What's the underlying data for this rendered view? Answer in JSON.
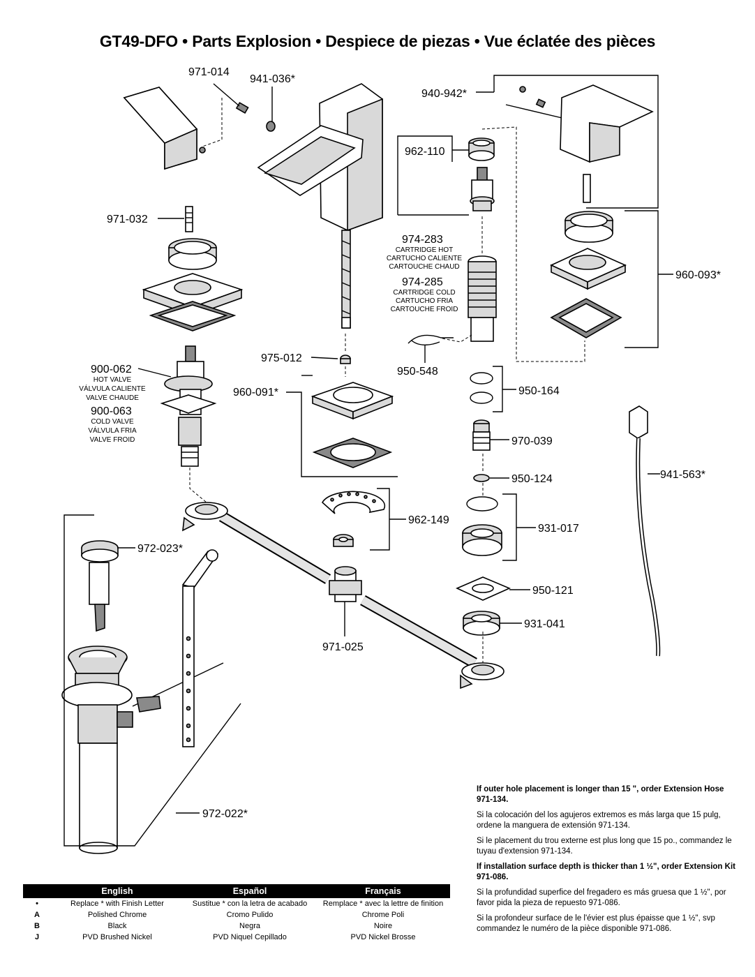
{
  "title": "GT49-DFO • Parts Explosion • Despiece de piezas • Vue éclatée des pièces",
  "labels": {
    "p971_014": "971-014",
    "p941_036": "941-036*",
    "p940_942": "940-942*",
    "p962_110": "962-110",
    "p971_032": "971-032",
    "p974_283": "974-283",
    "hot_en": "CARTRIDGE HOT",
    "hot_es": "CARTUCHO CALIENTE",
    "hot_fr": "CARTOUCHE CHAUD",
    "p974_285": "974-285",
    "cold_en": "CARTRIDGE COLD",
    "cold_es": "CARTUCHO FRIA",
    "cold_fr": "CARTOUCHE FROID",
    "p960_093": "960-093*",
    "p975_012": "975-012",
    "p950_548": "950-548",
    "p900_062": "900-062",
    "hv_en": "HOT VALVE",
    "hv_es": "VÁLVULA CALIENTE",
    "hv_fr": "VALVE CHAUDE",
    "p900_063": "900-063",
    "cv_en": "COLD VALVE",
    "cv_es": "VÁLVULA FRIA",
    "cv_fr": "VALVE FROID",
    "p960_091": "960-091*",
    "p950_164": "950-164",
    "p970_039": "970-039",
    "p941_563": "941-563*",
    "p950_124": "950-124",
    "p962_149": "962-149",
    "p931_017": "931-017",
    "p972_023": "972-023*",
    "p950_121": "950-121",
    "p931_041": "931-041",
    "p971_025": "971-025",
    "p972_022": "972-022*"
  },
  "notes": [
    "If outer hole placement is longer than 15 \", order Extension Hose  971-134.",
    "Si la colocación del los agujeros extremos es más larga que 15 pulg, ordene la manguera de extensión 971-134.",
    "Si le placement du trou externe est plus long que 15 po., commandez le tuyau d'extension 971-134.",
    "If installation surface depth is thicker than 1 ½\", order Extension Kit 971-086.",
    "Si la profundidad superfice del fregadero es más gruesa que 1 ½\", por favor pida la pieza de repuesto 971-086.",
    "Si la profondeur surface de le l'évier est plus épaisse que 1 ½\", svp commandez le numéro de la pièce disponible 971-086."
  ],
  "legend": {
    "headers": [
      "English",
      "Español",
      "Français"
    ],
    "rows": [
      {
        "key": "•",
        "en": "Replace * with Finish Letter",
        "es": "Sustitue * con la letra de acabado",
        "fr": "Remplace * avec la lettre de finition"
      },
      {
        "key": "A",
        "en": "Polished Chrome",
        "es": "Cromo Pulido",
        "fr": "Chrome Poli"
      },
      {
        "key": "B",
        "en": "Black",
        "es": "Negra",
        "fr": "Noire"
      },
      {
        "key": "J",
        "en": "PVD Brushed Nickel",
        "es": "PVD Niquel Cepillado",
        "fr": "PVD Nickel Brosse"
      }
    ]
  }
}
